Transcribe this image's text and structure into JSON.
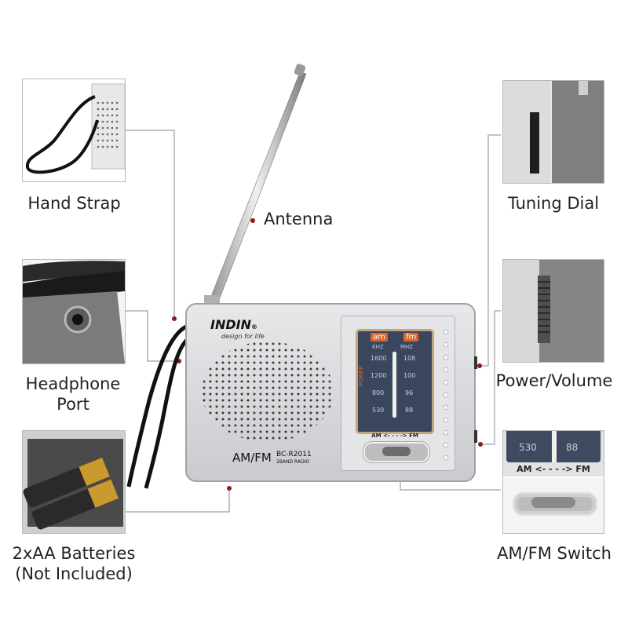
{
  "labels": {
    "hand_strap": "Hand Strap",
    "antenna": "Antenna",
    "headphone_line1": "Headphone",
    "headphone_line2": "Port",
    "batteries_line1": "2xAA Batteries",
    "batteries_line2": "(Not Included)",
    "tuning_dial": "Tuning Dial",
    "power_volume": "Power/Volume",
    "amfm_switch": "AM/FM Switch"
  },
  "radio": {
    "brand": "INDIN",
    "brand_mark": "®",
    "tagline": "design for life",
    "model_band": "AM/FM",
    "model_number": "BC-R2011",
    "model_sub": "2BAND RADIO",
    "dial": {
      "am": "am",
      "fm": "fm",
      "khz": "KHZ",
      "mhz": "MHZ",
      "power": "POWER",
      "am_scale": [
        "1600",
        "1200",
        "800",
        "530"
      ],
      "fm_scale": [
        "108",
        "100",
        "96",
        "88"
      ],
      "switch_text": "AM <- - - -> FM"
    }
  },
  "zoom_switch": {
    "am_value": "530",
    "fm_value": "88",
    "switch_text": "AM <- - - -> FM"
  },
  "colors": {
    "callout_line": "#8a8a8a",
    "callout_dot": "#8b1a1a",
    "radio_body": "#d6d8da",
    "dial_window": "#2c3a55",
    "dial_accent": "#e0662a"
  }
}
